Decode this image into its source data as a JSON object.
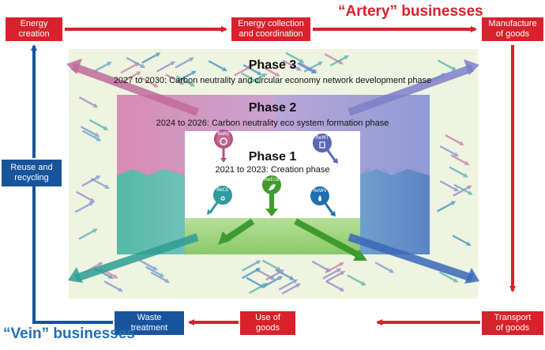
{
  "artery_label": "“Artery” businesses",
  "vein_label": "“Vein” businesses",
  "nodes": {
    "energy_creation": "Energy\ncreation",
    "energy_collection": "Energy collection\nand coordination",
    "manufacture": "Manufacture\nof goods",
    "transport": "Transport\nof goods",
    "use": "Use of\ngoods",
    "waste": "Waste\ntreatment",
    "reuse": "Reuse and\nrecycling"
  },
  "phases": {
    "phase3": {
      "title": "Phase 3",
      "subtitle": "2027 to 2030: Carbon neutrality and circular economy  network development phase"
    },
    "phase2": {
      "title": "Phase 2",
      "subtitle": "2024 to 2026: Carbon neutrality eco system formation phase"
    },
    "phase1": {
      "title": "Phase 1",
      "subtitle": "2021 to 2023: Creation phase"
    }
  },
  "pins": [
    {
      "label": "ReRE",
      "icon": "gear-icon",
      "color": "#b5527f"
    },
    {
      "label": "ReMT",
      "icon": "document-icon",
      "color": "#5a67b5"
    },
    {
      "label": "ReCE",
      "icon": "recycle-icon",
      "color": "#2f9aa0"
    },
    {
      "label": "ReEcB",
      "icon": "leaf-icon",
      "color": "#3f9c2c"
    },
    {
      "label": "ReWV",
      "icon": "water-drop-icon",
      "color": "#1e6fb0"
    }
  ],
  "colors": {
    "artery": "#d7222b",
    "vein": "#17549c",
    "phase3_bg": "#eef4e0",
    "phase2_left": "#d58db3",
    "phase2_right": "#9b9fd8",
    "phase1_left": "#5fbfb0",
    "phase1_right": "#6d8fce",
    "phase1_bottom": "#9cd17a"
  }
}
